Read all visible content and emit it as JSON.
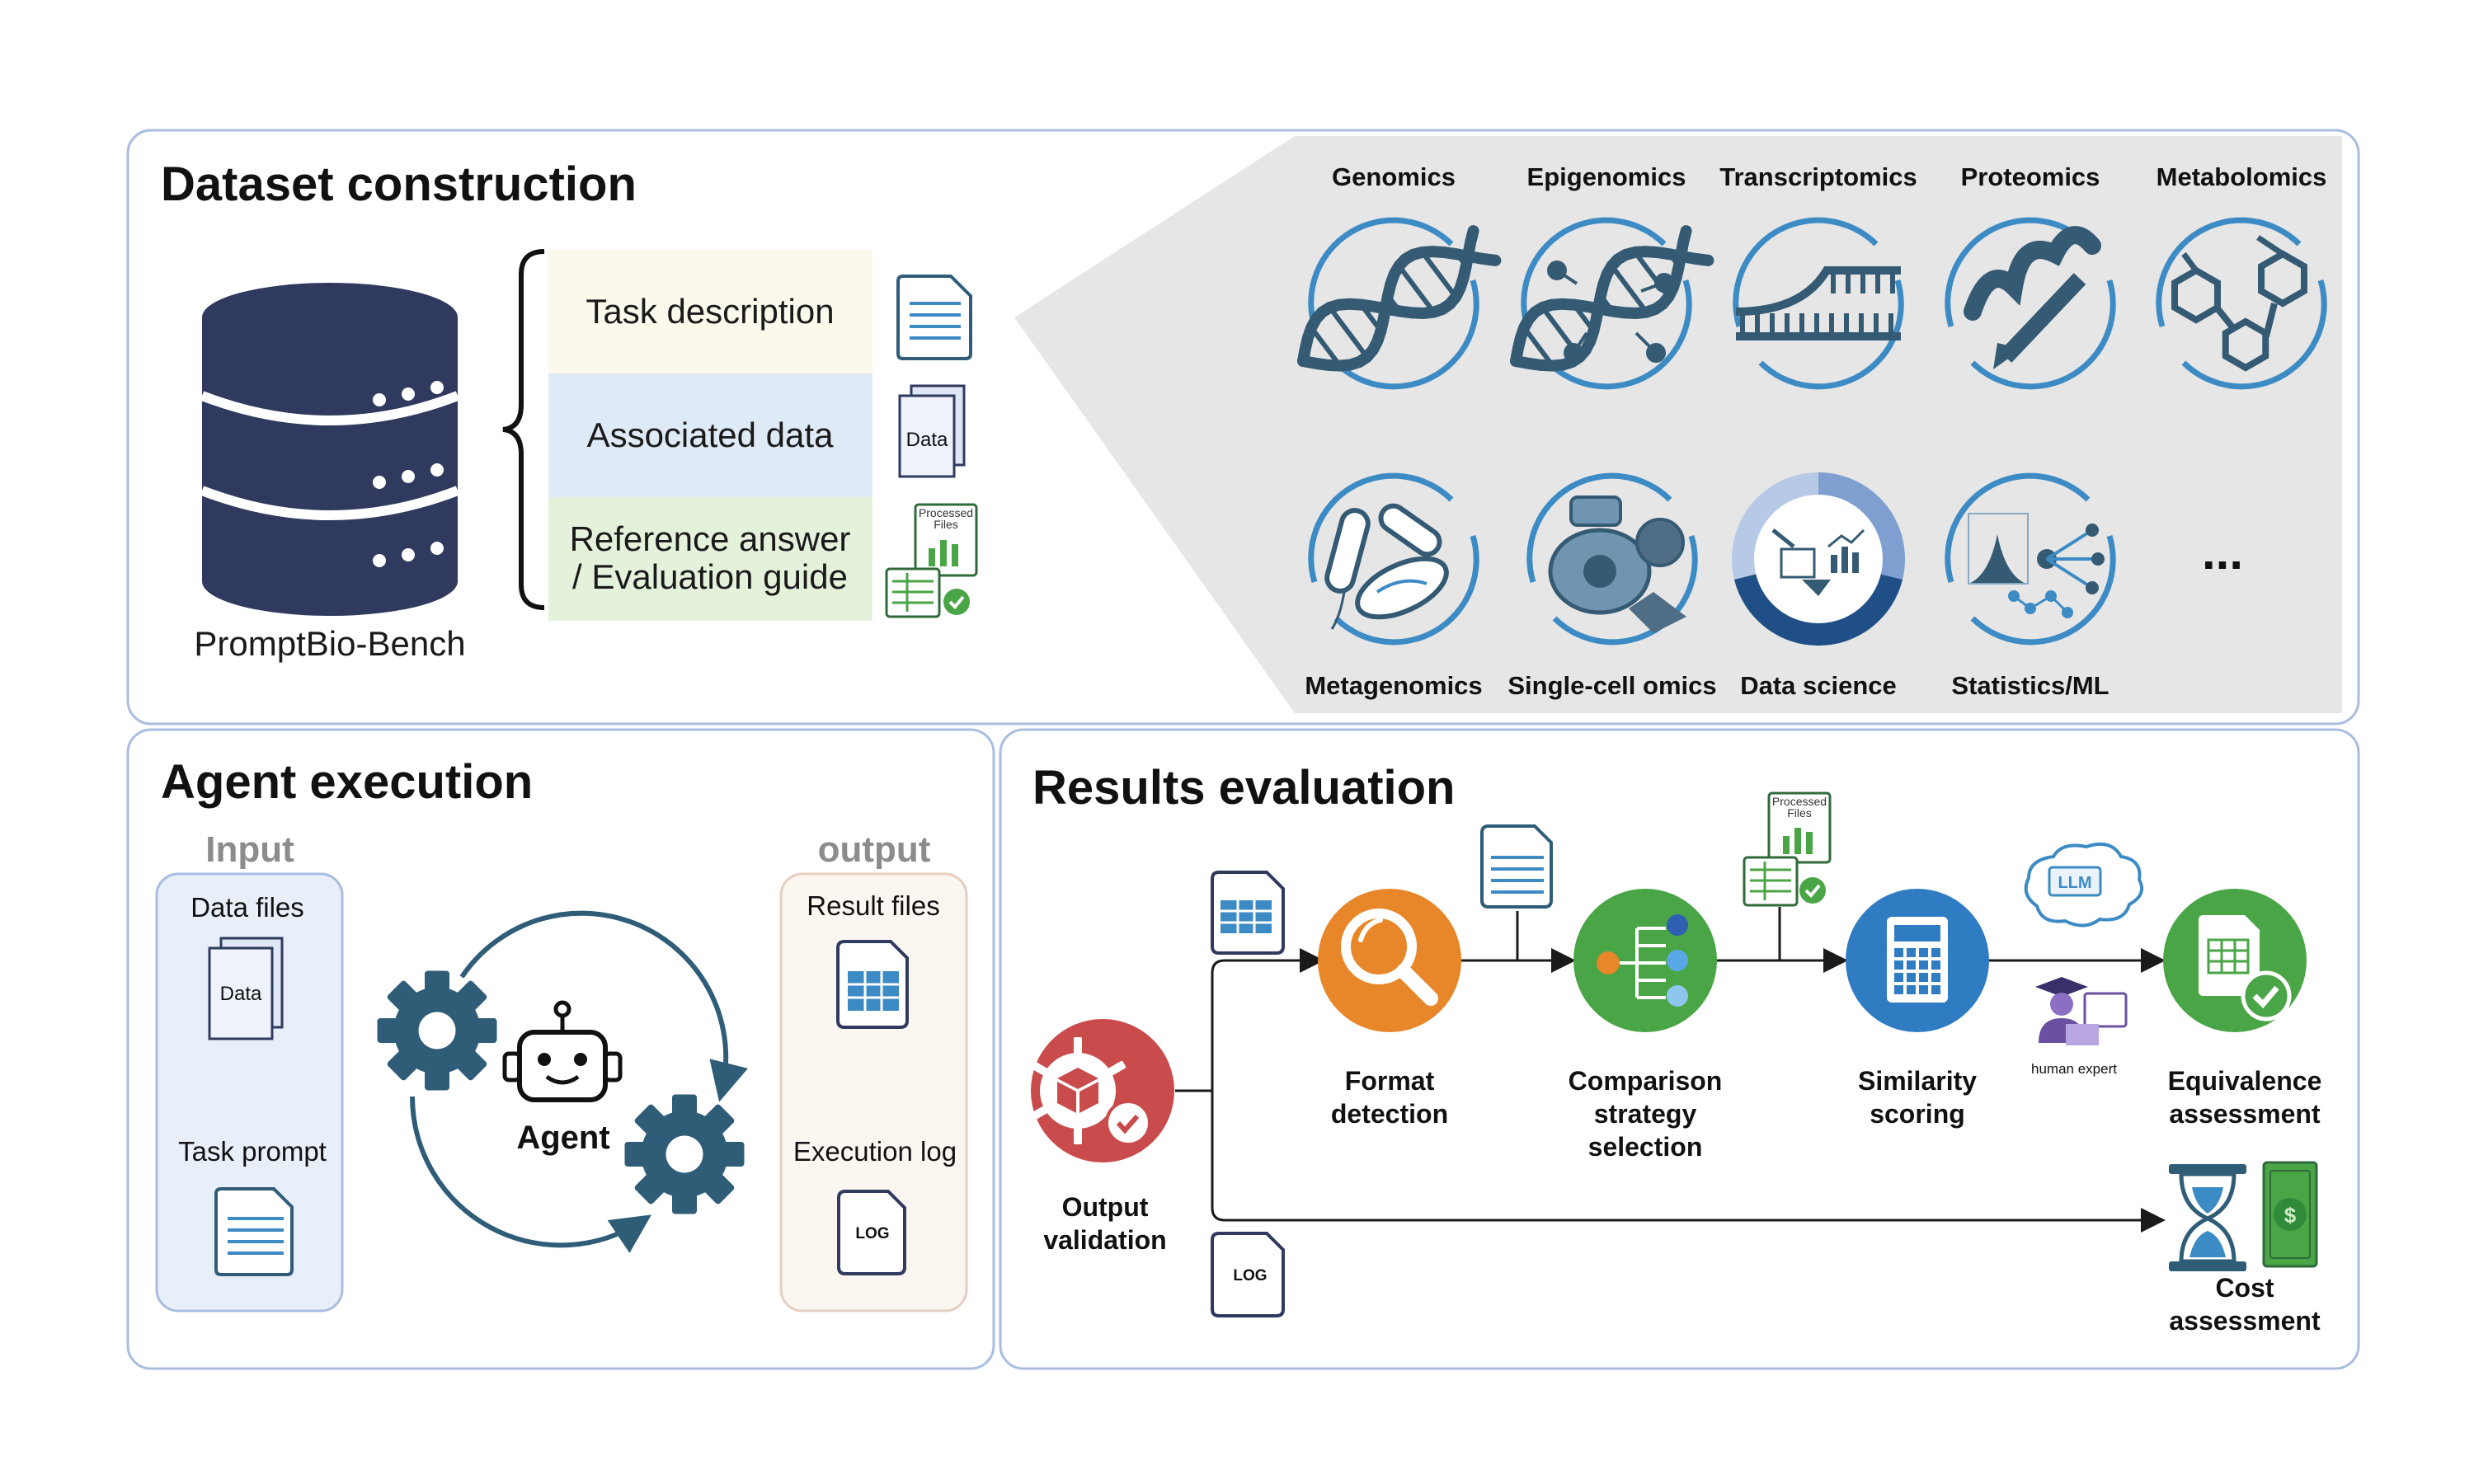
{
  "colors": {
    "panel_border": "#a9bde0",
    "icon_blue": "#3d8bc4",
    "icon_dark": "#355a73",
    "db_navy": "#2f3a5e",
    "gear": "#2f5d78",
    "orange": "#e8862a",
    "green": "#49a545",
    "blue": "#2f7cc3",
    "red": "#c94b4b"
  },
  "dataset": {
    "title": "Dataset construction",
    "db_label": "PromptBio-Bench",
    "components": [
      {
        "label": "Task description",
        "bg": "#fbf9ec"
      },
      {
        "label": "Associated data",
        "bg": "#dfeaf7"
      },
      {
        "label_line1": "Reference answer",
        "label_line2": "/ Evaluation guide",
        "bg": "#e4f2dc"
      }
    ],
    "data_icon_text": "Data",
    "processed_text_1": "Processed",
    "processed_text_2": "Files",
    "categories_row1": [
      "Genomics",
      "Epigenomics",
      "Transcriptomics",
      "Proteomics",
      "Metabolomics"
    ],
    "categories_row2": [
      "Metagenomics",
      "Single-cell omics",
      "Data science",
      "Statistics/ML"
    ],
    "ellipsis": "..."
  },
  "agent": {
    "title": "Agent execution",
    "input_head": "Input",
    "output_head": "output",
    "inputs": [
      "Data files",
      "Task prompt"
    ],
    "outputs": [
      "Result files",
      "Execution log"
    ],
    "agent_label": "Agent",
    "data_icon_text": "Data",
    "log_icon_text": "LOG"
  },
  "evaluation": {
    "title": "Results evaluation",
    "steps": {
      "validation": {
        "line1": "Output",
        "line2": "validation"
      },
      "format": {
        "line1": "Format",
        "line2": "detection"
      },
      "comparison": {
        "line1": "Comparison",
        "line2": "strategy",
        "line3": "selection"
      },
      "similarity": {
        "line1": "Similarity",
        "line2": "scoring"
      },
      "equivalence": {
        "line1": "Equivalence",
        "line2": "assessment"
      },
      "cost": {
        "line1": "Cost",
        "line2": "assessment"
      }
    },
    "llm_text": "LLM",
    "human_expert_text": "human expert",
    "log_icon_text": "LOG",
    "processed_text_1": "Processed",
    "processed_text_2": "Files"
  }
}
